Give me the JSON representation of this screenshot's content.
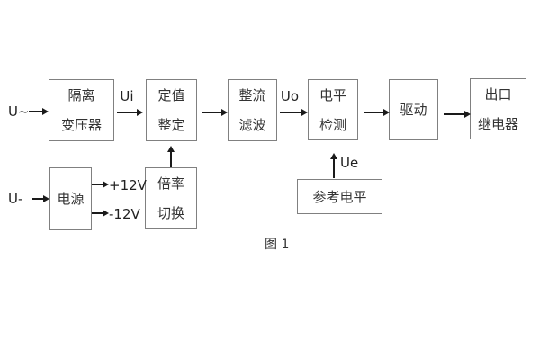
{
  "figure": {
    "caption": "图 1"
  },
  "colors": {
    "background": "#ffffff",
    "box_border": "#808080",
    "box_text": "#333333",
    "arrow": "#1a1a1a",
    "label_text": "#222222"
  },
  "blocks": [
    {
      "name": "isolation-transformer",
      "lines": [
        "隔离",
        "变压器"
      ]
    },
    {
      "name": "value-setting",
      "lines": [
        "定值",
        "整定"
      ]
    },
    {
      "name": "rectifier-filter",
      "lines": [
        "整流",
        "滤波"
      ]
    },
    {
      "name": "level-detection",
      "lines": [
        "电平",
        "检测"
      ]
    },
    {
      "name": "drive",
      "lines": [
        "驱动"
      ]
    },
    {
      "name": "output-relay",
      "lines": [
        "出口",
        "继电器"
      ]
    },
    {
      "name": "power-supply",
      "lines": [
        "电源"
      ]
    },
    {
      "name": "multiplier-switch",
      "lines": [
        "倍率",
        "切换"
      ]
    },
    {
      "name": "reference-level",
      "lines": [
        "参考电平"
      ]
    }
  ],
  "signal_labels": {
    "ac_input": "U~",
    "dc_input": "U-",
    "ui": "Ui",
    "uo": "Uo",
    "ue": "Ue",
    "plus_12v": "+12V",
    "minus_12v": "-12V"
  }
}
